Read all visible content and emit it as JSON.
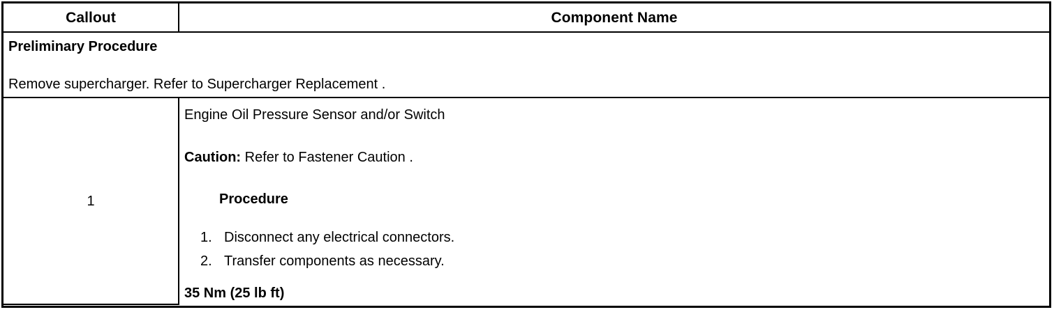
{
  "table": {
    "headers": {
      "callout": "Callout",
      "component_name": "Component Name"
    },
    "preliminary": {
      "title": "Preliminary Procedure",
      "body": "Remove supercharger. Refer to Supercharger Replacement ."
    },
    "rows": [
      {
        "callout": "1",
        "component_title": "Engine Oil Pressure Sensor and/or Switch",
        "caution_label": "Caution:",
        "caution_text": " Refer to Fastener Caution .",
        "procedure_heading": "Procedure",
        "steps": [
          {
            "number": "1.",
            "text": "Disconnect any electrical connectors."
          },
          {
            "number": "2.",
            "text": "Transfer components as necessary."
          }
        ],
        "torque": "35 Nm (25 lb ft)"
      }
    ]
  },
  "colors": {
    "border": "#000000",
    "text": "#000000",
    "background": "#ffffff"
  }
}
